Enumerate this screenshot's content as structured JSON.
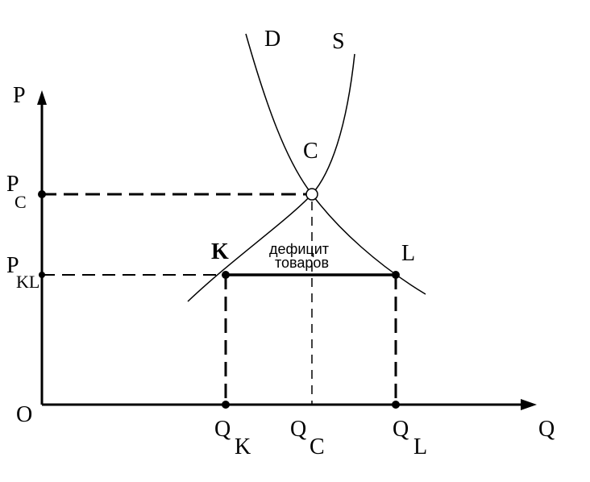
{
  "axes": {
    "y_label": "P",
    "x_label": "Q",
    "origin_label": "O"
  },
  "curves": {
    "demand_label": "D",
    "supply_label": "S"
  },
  "points": {
    "equilibrium_label": "C",
    "k_label": "K",
    "l_label": "L"
  },
  "price_labels": {
    "pc_main": "P",
    "pc_sub": "C",
    "pkl_main": "P",
    "pkl_sub": "KL"
  },
  "quantity_labels": {
    "qk_main": "Q",
    "qk_sub": "K",
    "qc_main": "Q",
    "qc_sub": "C",
    "ql_main": "Q",
    "ql_sub": "L"
  },
  "annotation": {
    "line1": "дефицит",
    "line2": "товаров"
  }
}
